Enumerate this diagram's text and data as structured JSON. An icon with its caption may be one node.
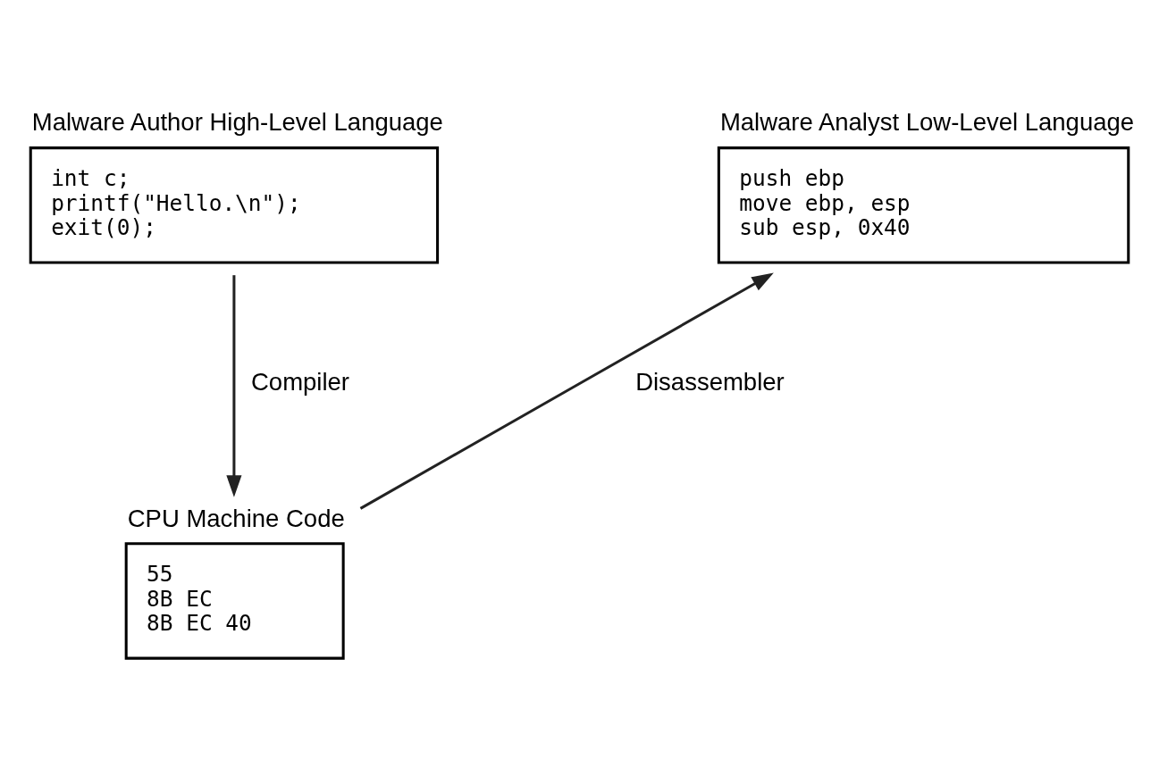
{
  "diagram": {
    "nodes": [
      {
        "text": [
          "Malware Author High-Level Language",
          "int c;",
          "printf(\"Hello.\\n\");",
          "exit(0);"
        ]
      },
      {
        "text": [
          "Malware Analyst Low-Level Language",
          "push ebp",
          "move ebp, esp",
          "sub esp, 0x40"
        ]
      },
      {
        "text": [
          "CPU Machine Code",
          "55",
          "8B EC",
          "8B EC 40"
        ]
      }
    ],
    "edges": [
      {
        "from": 0,
        "to": 2,
        "arrow": "to",
        "label": "Compiler"
      },
      {
        "from": 2,
        "to": 1,
        "arrow": "to",
        "label": "Disassembler"
      }
    ]
  }
}
